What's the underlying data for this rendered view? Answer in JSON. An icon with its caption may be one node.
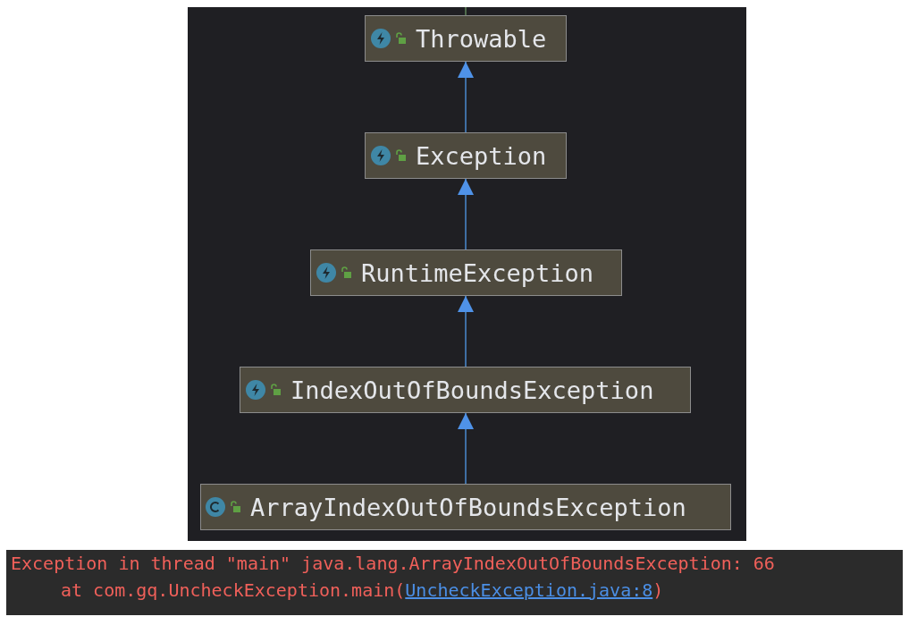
{
  "diagram": {
    "nodes": [
      {
        "text": [
          "Throwable"
        ]
      },
      {
        "text": [
          "Exception"
        ]
      },
      {
        "text": [
          "RuntimeException"
        ]
      },
      {
        "text": [
          "IndexOutOfBoundsException"
        ]
      },
      {
        "text": [
          "ArrayIndexOutOfBoundsException"
        ]
      }
    ],
    "edges": [
      {
        "from": 0,
        "to": null,
        "arrow": "none",
        "color": "#4f6b4c"
      },
      {
        "from": 1,
        "to": 0,
        "arrow": "to"
      },
      {
        "from": 2,
        "to": 1,
        "arrow": "to"
      },
      {
        "from": 3,
        "to": 2,
        "arrow": "to"
      },
      {
        "from": 4,
        "to": 3,
        "arrow": "to"
      }
    ],
    "labels": [
      "Exception in thread \"main\" java.lang.ArrayIndexOutOfBoundsException: 66",
      "at com.gq.UncheckException.main(",
      "UncheckException.java:8",
      ")"
    ]
  }
}
